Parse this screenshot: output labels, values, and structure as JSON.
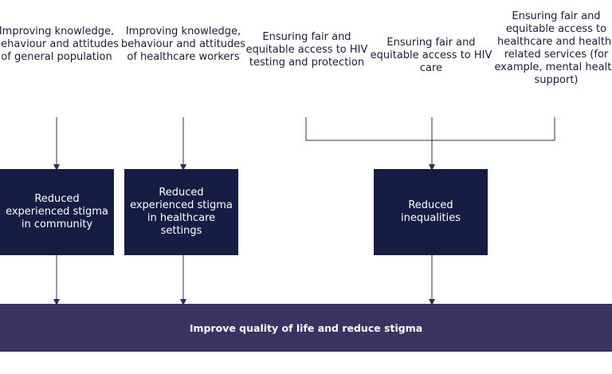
{
  "inputs": [
    {
      "id": "general-population",
      "text": "Improving knowledge, behaviour and attitudes of general population"
    },
    {
      "id": "healthcare-workers",
      "text": "Improving knowledge, behaviour and attitudes of healthcare workers"
    },
    {
      "id": "hiv-testing",
      "text": "Ensuring fair and equitable access to HIV testing and protection"
    },
    {
      "id": "hiv-care",
      "text": "Ensuring fair and equitable access to HIV care"
    },
    {
      "id": "health-services",
      "text": "Ensuring fair and equitable access to healthcare and health-related services (for example, mental health support)"
    }
  ],
  "outcomes": [
    {
      "id": "community",
      "text": "Reduced experienced stigma in community"
    },
    {
      "id": "healthcare-settings",
      "text": "Reduced experienced stigma in healthcare settings"
    },
    {
      "id": "inequalities",
      "text": "Reduced inequalities"
    }
  ],
  "goal": "Improve quality of life and reduce stigma",
  "colors": {
    "box": "#161c44",
    "banner": "#3a3462",
    "line": "#2b2f55"
  }
}
